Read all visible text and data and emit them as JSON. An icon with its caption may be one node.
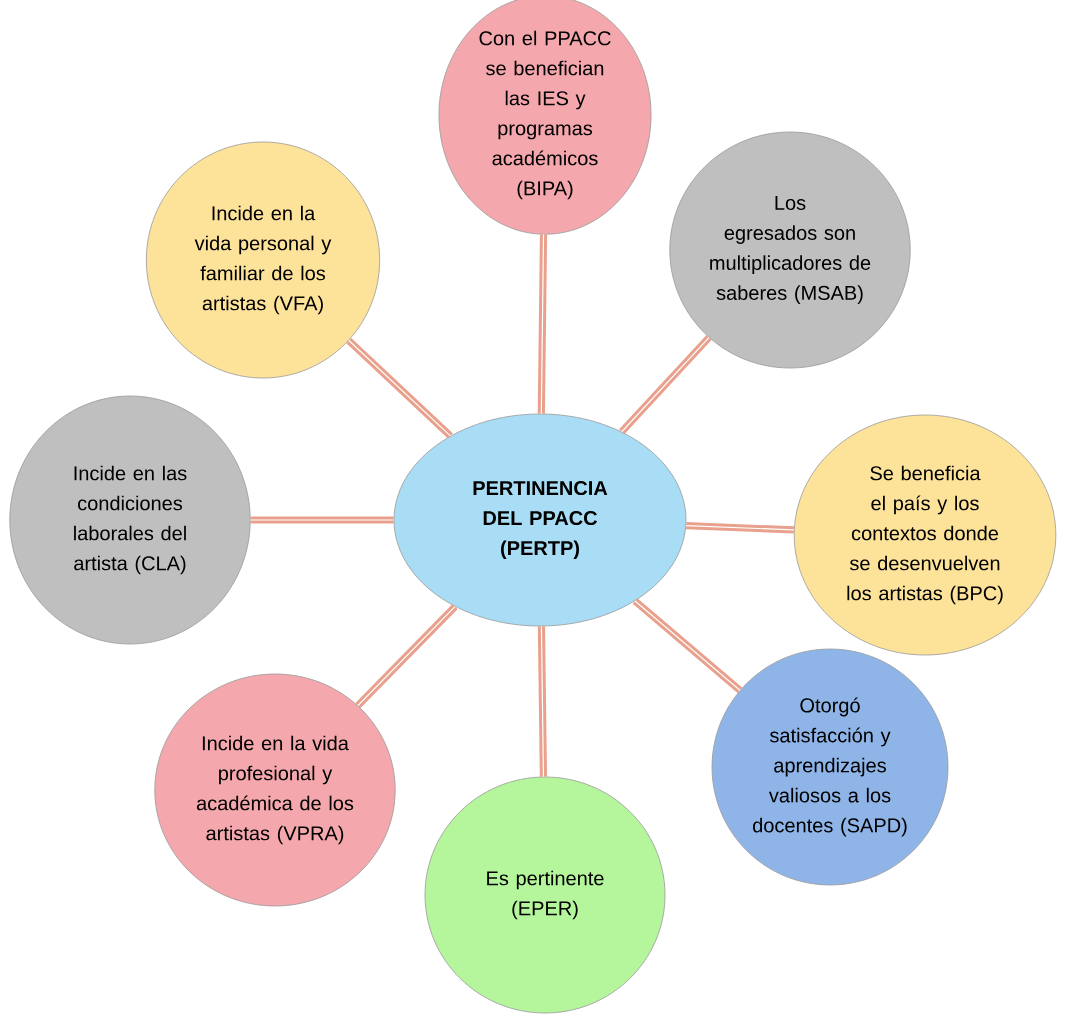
{
  "diagram": {
    "nodes": [
      {
        "text": [
          "PERTINENCIA DEL PPACC (PERTP)"
        ]
      },
      {
        "text": [
          "Con el PPACC se benefician las IES y programas académicos (BIPA)"
        ]
      },
      {
        "text": [
          "Los egresados son multiplicadores de saberes (MSAB)"
        ]
      },
      {
        "text": [
          "Se beneficia el país y los contextos donde se desenvuelven los artistas (BPC)"
        ]
      },
      {
        "text": [
          "Otorgó satisfacción y aprendizajes valiosos a los docentes (SAPD)"
        ]
      },
      {
        "text": [
          "Es pertinente (EPER)"
        ]
      },
      {
        "text": [
          "Incide en la vida profesional y académica de los artistas (VPRA)"
        ]
      },
      {
        "text": [
          "Incide en las condiciones laborales del artista (CLA)"
        ]
      },
      {
        "text": [
          "Incide en la vida personal y familiar de los artistas (VFA)"
        ]
      }
    ],
    "edges": [
      {
        "from": 0,
        "to": 1,
        "arrow": "none"
      },
      {
        "from": 0,
        "to": 2,
        "arrow": "none"
      },
      {
        "from": 0,
        "to": 3,
        "arrow": "none"
      },
      {
        "from": 0,
        "to": 4,
        "arrow": "none"
      },
      {
        "from": 0,
        "to": 5,
        "arrow": "none"
      },
      {
        "from": 0,
        "to": 6,
        "arrow": "none"
      },
      {
        "from": 0,
        "to": 7,
        "arrow": "none"
      },
      {
        "from": 0,
        "to": 8,
        "arrow": "none"
      }
    ]
  }
}
